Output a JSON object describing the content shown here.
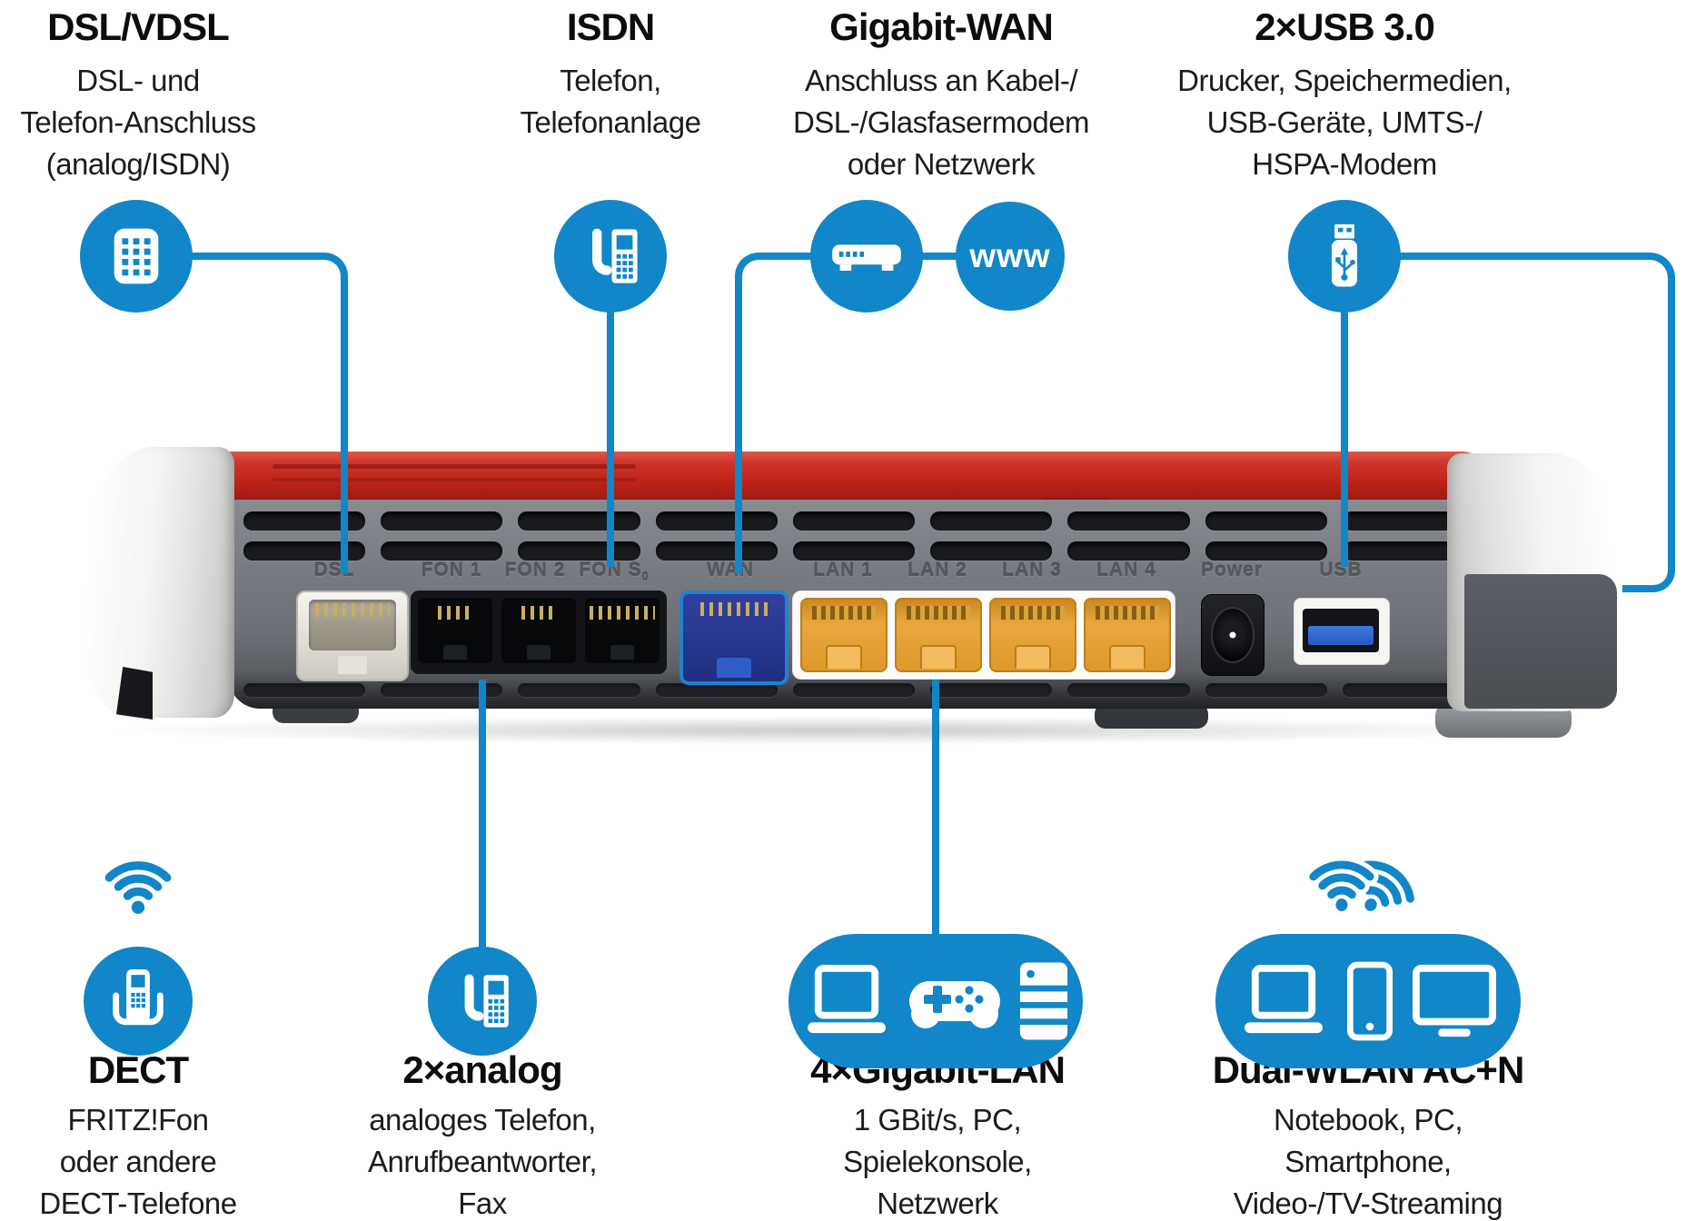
{
  "colors": {
    "accent_blue": "#1186c8",
    "router_red": "#bf2318",
    "router_body_gray": "#74787e",
    "lan_orange": "#e49b33",
    "wan_port_blue": "#1d83d2",
    "heading_black": "#0d0d0d",
    "port_label_gray": "#54575c"
  },
  "top_sections": [
    {
      "heading": "DSL/VDSL",
      "description_lines": [
        "DSL- und",
        "Telefon-Anschluss",
        "(analog/ISDN)"
      ]
    },
    {
      "heading": "ISDN",
      "description_lines": [
        "Telefon,",
        "Telefonanlage"
      ]
    },
    {
      "heading": "Gigabit-WAN",
      "description_lines": [
        "Anschluss an Kabel-/",
        "DSL-/Glasfasermodem",
        "oder Netzwerk"
      ],
      "www_label": "www"
    },
    {
      "heading": "2×USB 3.0",
      "description_lines": [
        "Drucker, Speichermedien,",
        "USB-Geräte, UMTS-/",
        "HSPA-Modem"
      ]
    }
  ],
  "router": {
    "port_labels": [
      {
        "text": "DSL"
      },
      {
        "text": "FON 1"
      },
      {
        "text": "FON 2"
      },
      {
        "text": "FON S",
        "sub": "0"
      },
      {
        "text": "WAN"
      },
      {
        "text": "LAN 1"
      },
      {
        "text": "LAN 2"
      },
      {
        "text": "LAN 3"
      },
      {
        "text": "LAN 4"
      },
      {
        "text": "Power"
      },
      {
        "text": "USB"
      }
    ]
  },
  "bottom_sections": [
    {
      "heading": "DECT",
      "description_lines": [
        "FRITZ!Fon",
        "oder andere",
        "DECT-Telefone"
      ]
    },
    {
      "heading": "2×analog",
      "description_lines": [
        "analoges Telefon,",
        "Anrufbeantworter,",
        "Fax"
      ]
    },
    {
      "heading": "4×Gigabit-LAN",
      "description_lines": [
        "1 GBit/s, PC,",
        "Spielekonsole,",
        "Netzwerk"
      ]
    },
    {
      "heading": "Dual-WLAN AC+N",
      "description_lines": [
        "Notebook, PC,",
        "Smartphone,",
        "Video-/TV-Streaming"
      ]
    }
  ]
}
